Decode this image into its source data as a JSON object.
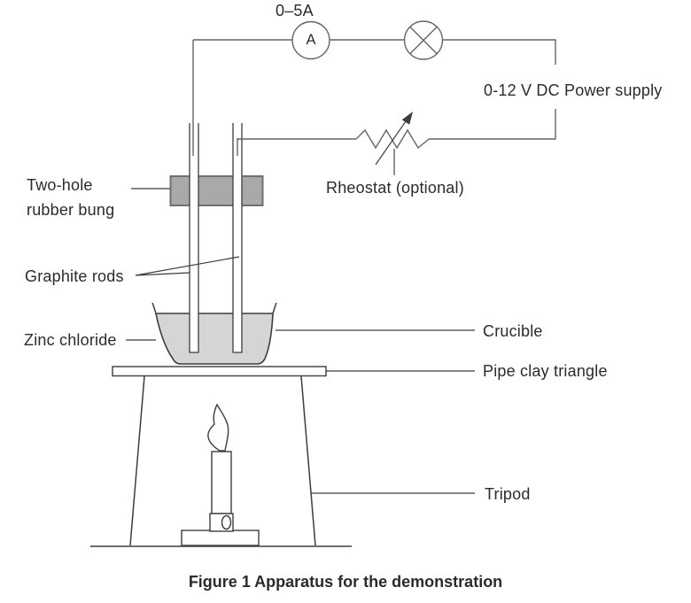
{
  "caption": "Figure 1 Apparatus for the demonstration",
  "circuit": {
    "ammeter_range": "0–5A",
    "ammeter_letter": "A",
    "power_supply": "0-12 V DC Power supply",
    "rheostat": "Rheostat (optional)"
  },
  "labels": {
    "bung_line1": "Two-hole",
    "bung_line2": "rubber bung",
    "graphite_rods": "Graphite rods",
    "zinc_chloride": "Zinc chloride",
    "crucible": "Crucible",
    "pipe_clay_triangle": "Pipe clay triangle",
    "tripod": "Tripod"
  },
  "colors": {
    "background": "#ffffff",
    "wire": "#646464",
    "line": "#3d3d3d",
    "text": "#2b2b2b",
    "bung_fill": "#a9a9a9",
    "bung_border": "#6f6f6f",
    "liquid_fill": "#d5d5d5"
  }
}
